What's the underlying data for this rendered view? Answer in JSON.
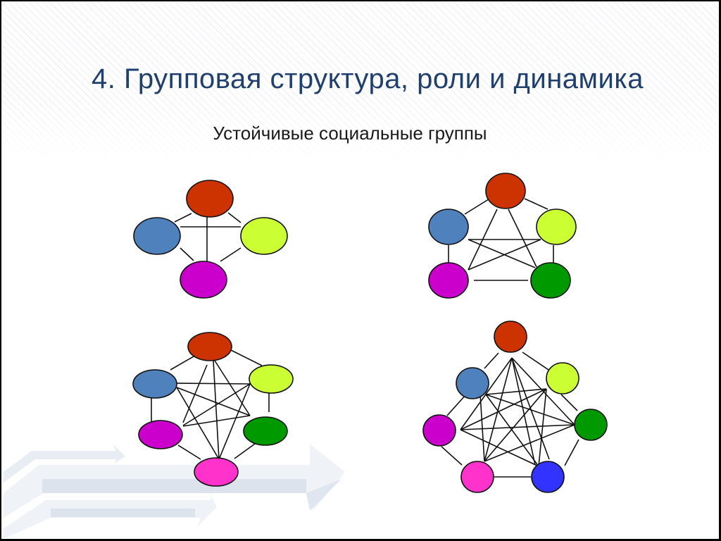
{
  "slide": {
    "title": "4. Групповая структура, роли и динамика",
    "subtitle": "Устойчивые социальные группы"
  },
  "colors": {
    "title": "#1f3f6e",
    "red": "#cc3300",
    "blue": "#4f81bd",
    "lime": "#ccff33",
    "magenta": "#cc00cc",
    "green": "#009900",
    "pink": "#ff33cc",
    "darkblue": "#3333ff"
  },
  "diagrams": [
    {
      "name": "group-of-4",
      "members": 4,
      "nodes": [
        "red",
        "blue",
        "lime",
        "magenta"
      ]
    },
    {
      "name": "group-of-5",
      "members": 5,
      "nodes": [
        "red",
        "blue",
        "lime",
        "magenta",
        "green"
      ]
    },
    {
      "name": "group-of-6",
      "members": 6,
      "nodes": [
        "red",
        "blue",
        "lime",
        "magenta",
        "green",
        "pink"
      ]
    },
    {
      "name": "group-of-7",
      "members": 7,
      "nodes": [
        "red",
        "blue",
        "lime",
        "magenta",
        "green",
        "pink",
        "darkblue"
      ]
    }
  ]
}
